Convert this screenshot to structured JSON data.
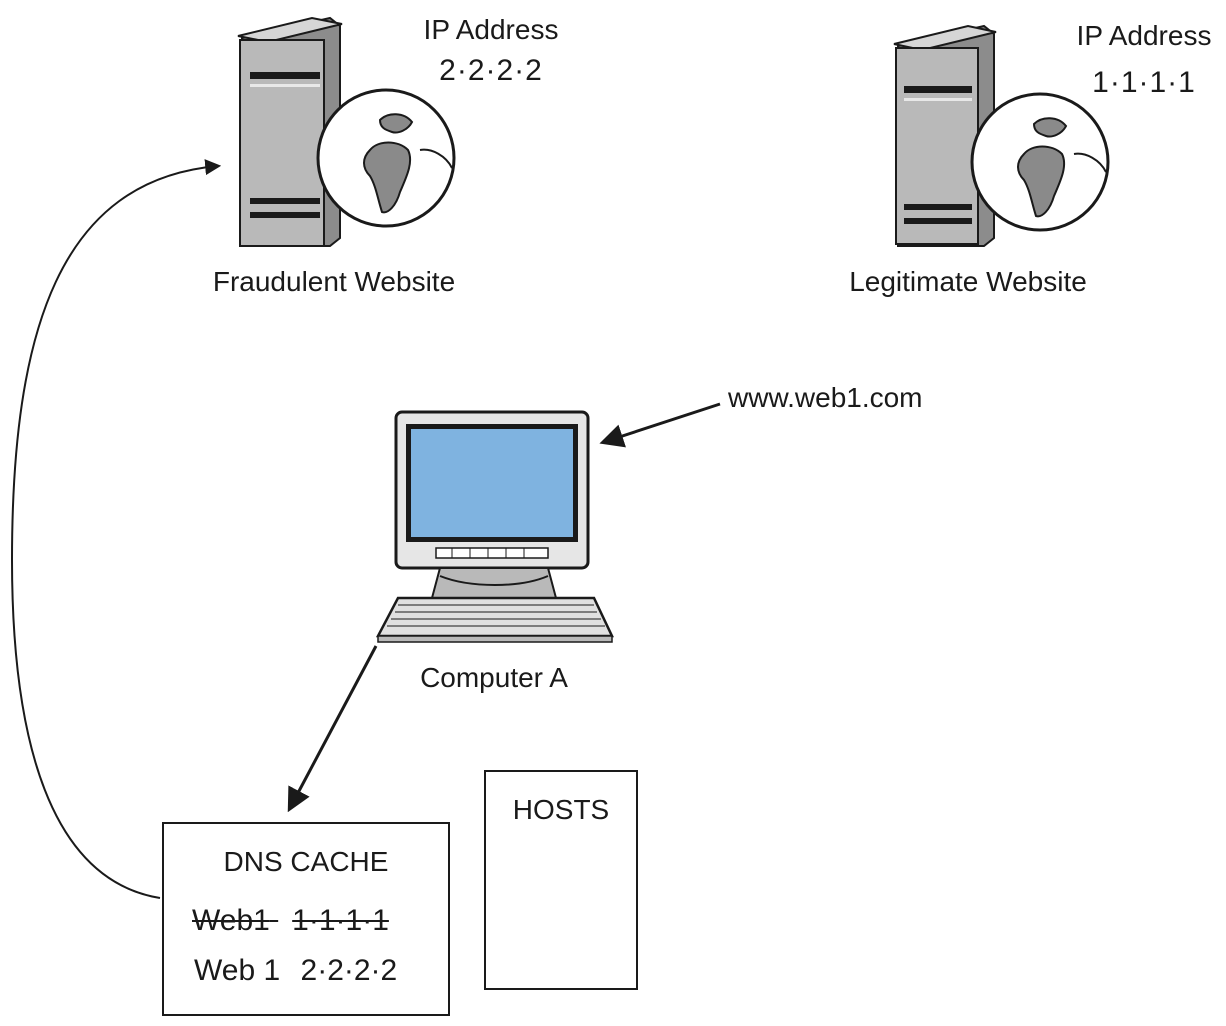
{
  "fraudulent": {
    "ip_label": "IP Address",
    "ip_value": "2·2·2·2",
    "caption": "Fraudulent Website"
  },
  "legitimate": {
    "ip_label": "IP Address",
    "ip_value": "1·1·1·1",
    "caption": "Legitimate Website"
  },
  "computer": {
    "caption": "Computer A",
    "url": "www.web1.com"
  },
  "dns_cache": {
    "title": "DNS CACHE",
    "old_entry": {
      "name": "Web1",
      "ip": "1·1·1·1"
    },
    "new_entry": {
      "name": "Web 1",
      "ip": "2·2·2·2"
    }
  },
  "hosts": {
    "title": "HOSTS"
  },
  "colors": {
    "screen": "#7fb3e0",
    "server_face": "#b9b9b9",
    "server_side": "#8c8c8c",
    "globe_land": "#8a8a8a",
    "ink": "#1a1a1a"
  },
  "icons": [
    "server-icon",
    "globe-icon",
    "computer-icon",
    "monitor-icon",
    "keyboard-icon"
  ]
}
